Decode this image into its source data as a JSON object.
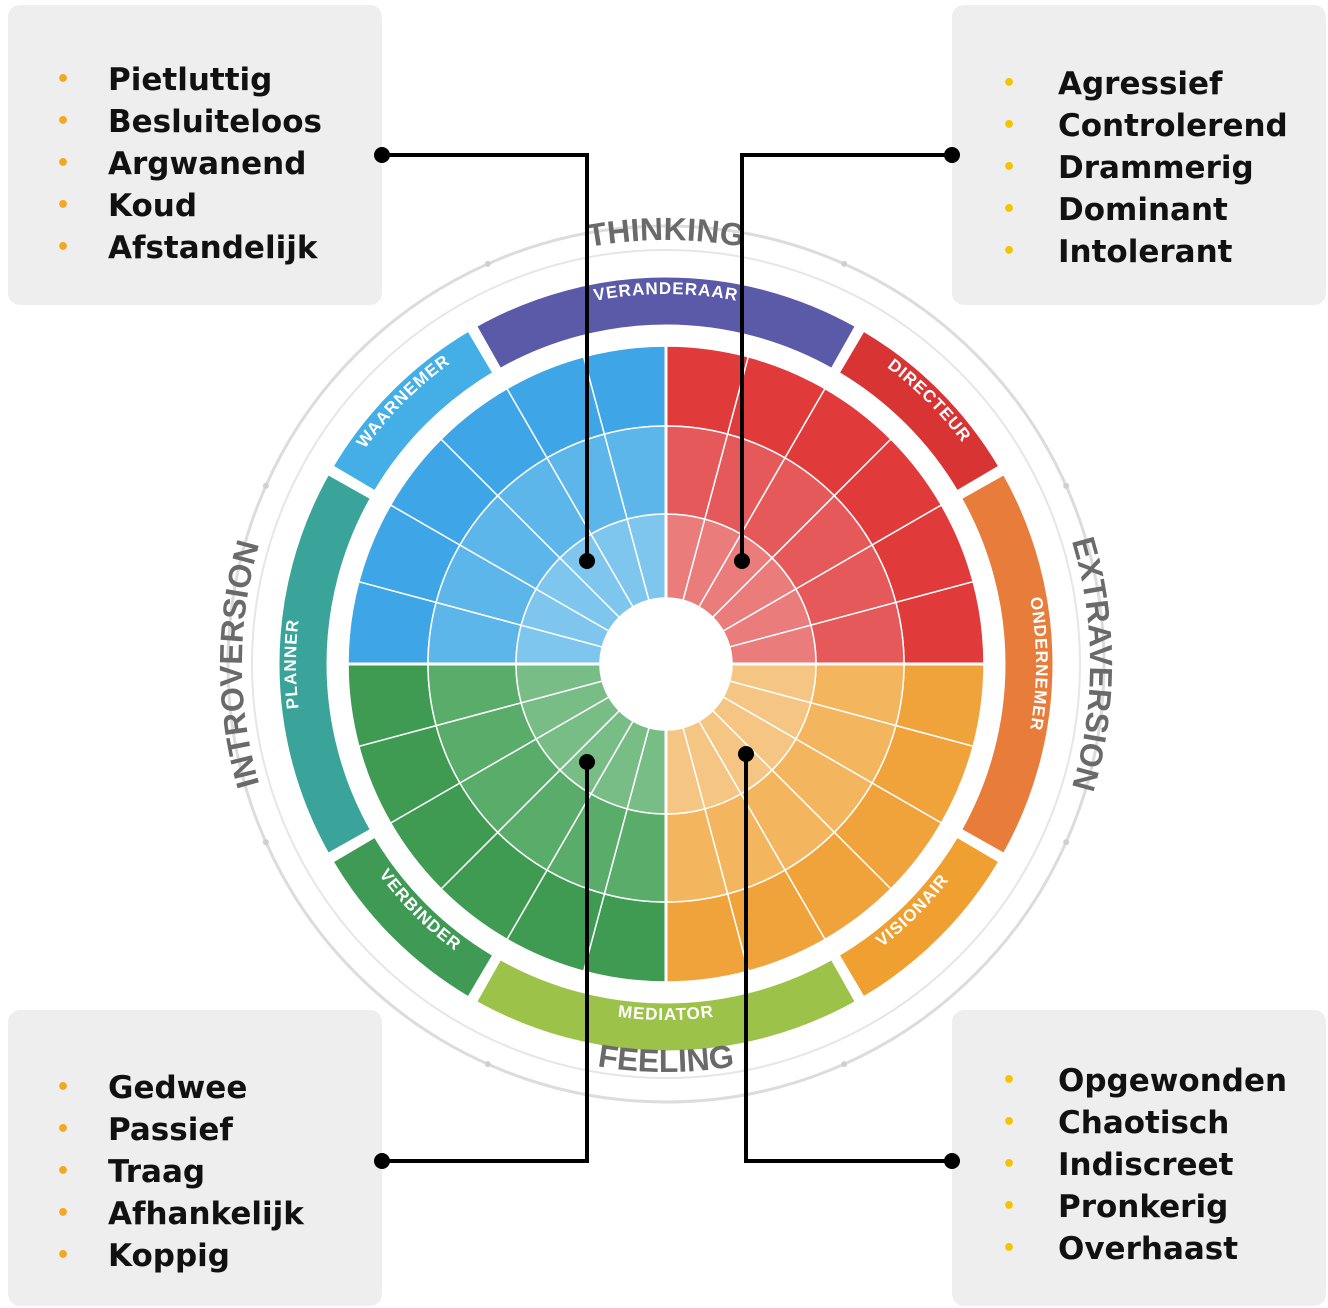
{
  "colors": {
    "bullet_tl": "#f5a623",
    "bullet_tr": "#f5c400",
    "bullet_bl": "#f5a623",
    "bullet_br": "#f5c400",
    "thinking_band": "#5b5aa8",
    "directeur_band": "#d93434",
    "ondernemer_band": "#e87c3a",
    "visionair_band": "#f0a030",
    "mediator_band": "#9cc24a",
    "verbinder_band": "#3e9a55",
    "planner_band": "#3aa39a",
    "waarnemer_band": "#44aee6",
    "red": "#e03a3a",
    "orange": "#f1a33b",
    "green": "#3f9b52",
    "blue": "#3ea6e6"
  },
  "panels": {
    "top_left": {
      "items": [
        "Pietluttig",
        "Besluiteloos",
        "Argwanend",
        "Koud",
        "Afstandelijk"
      ]
    },
    "top_right": {
      "items": [
        "Agressief",
        "Controlerend",
        "Drammerig",
        "Dominant",
        "Intolerant"
      ]
    },
    "bottom_left": {
      "items": [
        "Gedwee",
        "Passief",
        "Traag",
        "Afhankelijk",
        "Koppig"
      ]
    },
    "bottom_right": {
      "items": [
        "Opgewonden",
        "Chaotisch",
        "Indiscreet",
        "Pronkerig",
        "Overhaast"
      ]
    }
  },
  "wheel": {
    "axis_labels": {
      "top": "THINKING",
      "right": "EXTRAVERSION",
      "bottom": "FEELING",
      "left": "INTROVERSION"
    },
    "roles": [
      "VERANDERAAR",
      "DIRECTEUR",
      "ONDERNEMER",
      "VISIONAIR",
      "MEDIATOR",
      "VERBINDER",
      "PLANNER",
      "WAARNEMER"
    ],
    "segment_count": 24
  }
}
